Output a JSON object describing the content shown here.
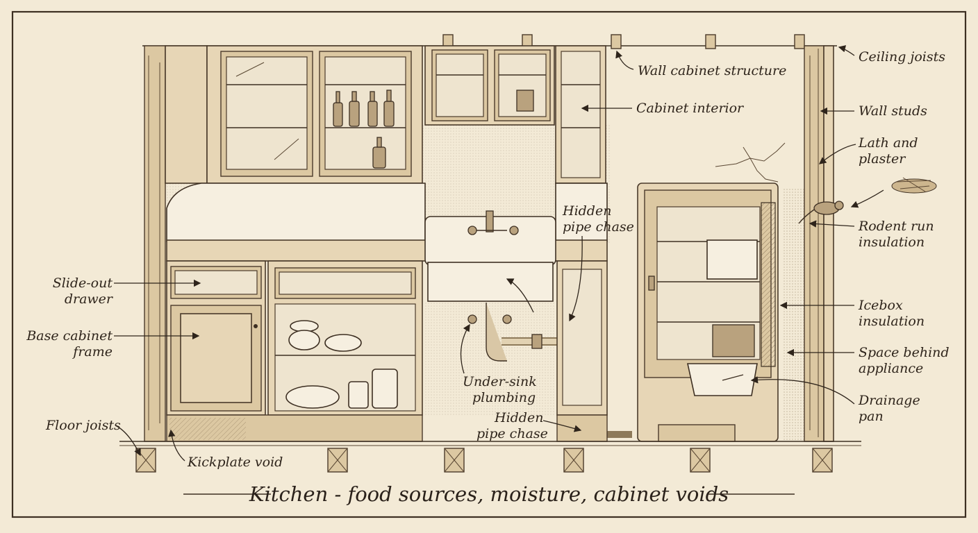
{
  "caption": "Kitchen - food sources, moisture, cabinet voids",
  "labels": {
    "ceiling_joists": "Ceiling joists",
    "wall_cabinet_structure": "Wall cabinet structure",
    "cabinet_interior": "Cabinet interior",
    "wall_studs": "Wall studs",
    "lath_plaster_1": "Lath and",
    "lath_plaster_2": "plaster",
    "hidden_pipe_chase_top_1": "Hidden",
    "hidden_pipe_chase_top_2": "pipe chase",
    "rodent_run_1": "Rodent run",
    "rodent_run_2": "insulation",
    "icebox_insulation_1": "Icebox",
    "icebox_insulation_2": "insulation",
    "space_behind_1": "Space behind",
    "space_behind_2": "appliance",
    "drainage_pan_1": "Drainage",
    "drainage_pan_2": "pan",
    "slide_out_1": "Slide-out",
    "slide_out_2": "drawer",
    "base_cabinet_1": "Base cabinet",
    "base_cabinet_2": "frame",
    "under_sink_1": "Under-sink",
    "under_sink_2": "plumbing",
    "hidden_pipe_chase_bottom_1": "Hidden",
    "hidden_pipe_chase_bottom_2": "pipe chase",
    "floor_joists": "Floor joists",
    "kickplate_void": "Kickplate void"
  },
  "colors": {
    "paper": "#f3ead6",
    "ink": "#2e241b",
    "wood": "#e7d6b6"
  }
}
